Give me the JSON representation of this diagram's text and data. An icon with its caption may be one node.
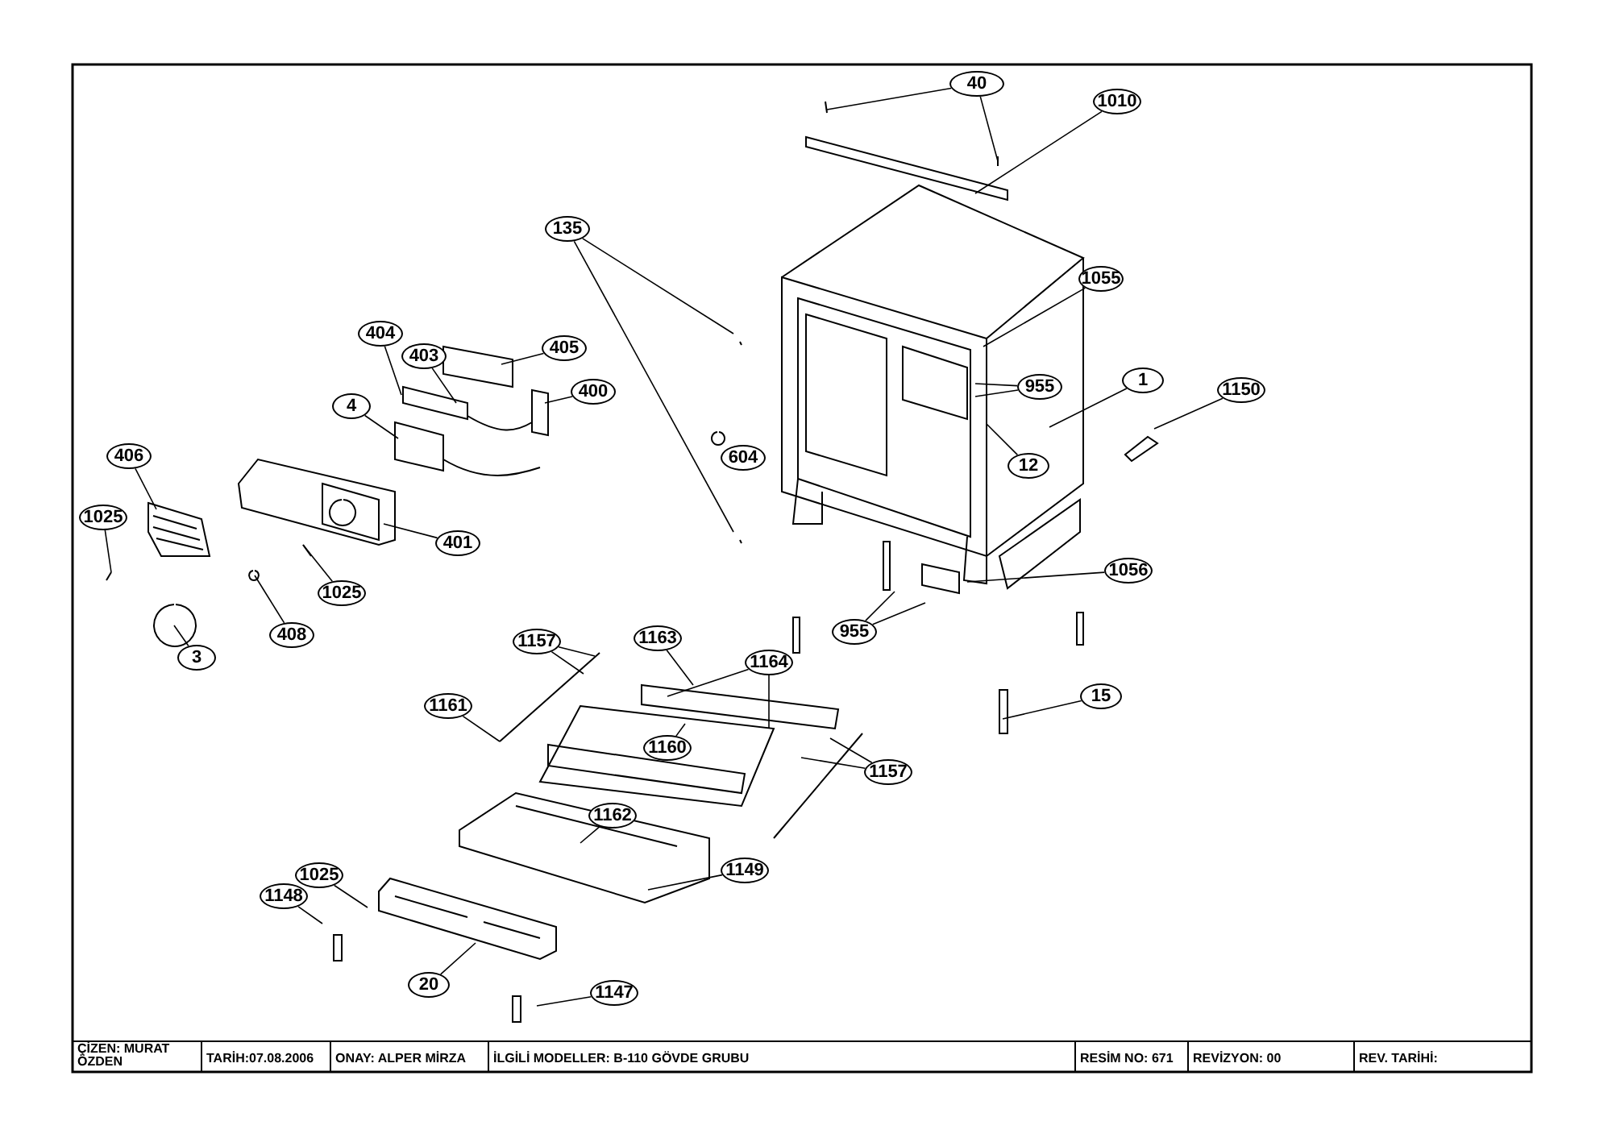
{
  "diagram": {
    "nodes": [
      {
        "text": [
          "40"
        ]
      },
      {
        "text": [
          "1010"
        ]
      },
      {
        "text": [
          "135"
        ]
      },
      {
        "text": [
          "1055"
        ]
      },
      {
        "text": [
          "404"
        ]
      },
      {
        "text": [
          "403"
        ]
      },
      {
        "text": [
          "405"
        ]
      },
      {
        "text": [
          "400"
        ]
      },
      {
        "text": [
          "4"
        ]
      },
      {
        "text": [
          "955"
        ]
      },
      {
        "text": [
          "1"
        ]
      },
      {
        "text": [
          "1150"
        ]
      },
      {
        "text": [
          "12"
        ]
      },
      {
        "text": [
          "406"
        ]
      },
      {
        "text": [
          "1025"
        ]
      },
      {
        "text": [
          "401"
        ]
      },
      {
        "text": [
          "1056"
        ]
      },
      {
        "text": [
          "1025"
        ]
      },
      {
        "text": [
          "955"
        ]
      },
      {
        "text": [
          "408"
        ]
      },
      {
        "text": [
          "3"
        ]
      },
      {
        "text": [
          "1157"
        ]
      },
      {
        "text": [
          "1163"
        ]
      },
      {
        "text": [
          "1164"
        ]
      },
      {
        "text": [
          "1161"
        ]
      },
      {
        "text": [
          "15"
        ]
      },
      {
        "text": [
          "1160"
        ]
      },
      {
        "text": [
          "1157"
        ]
      },
      {
        "text": [
          "1162"
        ]
      },
      {
        "text": [
          "1149"
        ]
      },
      {
        "text": [
          "1025"
        ]
      },
      {
        "text": [
          "1148"
        ]
      },
      {
        "text": [
          "20"
        ]
      },
      {
        "text": [
          "1147"
        ]
      },
      {
        "text": [
          "604"
        ]
      }
    ],
    "edges": [
      {
        "from": 0,
        "to": null,
        "arrow": "none"
      },
      {
        "from": 0,
        "to": null,
        "arrow": "none"
      },
      {
        "from": 1,
        "to": null,
        "arrow": "none"
      },
      {
        "from": 2,
        "to": null,
        "arrow": "none"
      },
      {
        "from": 2,
        "to": null,
        "arrow": "none"
      },
      {
        "from": 3,
        "to": null,
        "arrow": "none"
      },
      {
        "from": 4,
        "to": null,
        "arrow": "none"
      },
      {
        "from": 5,
        "to": null,
        "arrow": "none"
      },
      {
        "from": 6,
        "to": null,
        "arrow": "none"
      },
      {
        "from": 7,
        "to": null,
        "arrow": "none"
      },
      {
        "from": 8,
        "to": null,
        "arrow": "none"
      },
      {
        "from": 9,
        "to": null,
        "arrow": "none"
      },
      {
        "from": 9,
        "to": null,
        "arrow": "none"
      },
      {
        "from": 10,
        "to": null,
        "arrow": "none"
      },
      {
        "from": 11,
        "to": null,
        "arrow": "none"
      },
      {
        "from": 12,
        "to": null,
        "arrow": "none"
      },
      {
        "from": 13,
        "to": null,
        "arrow": "none"
      },
      {
        "from": 14,
        "to": null,
        "arrow": "none"
      },
      {
        "from": 15,
        "to": null,
        "arrow": "none"
      },
      {
        "from": 16,
        "to": null,
        "arrow": "none"
      },
      {
        "from": 17,
        "to": null,
        "arrow": "none"
      },
      {
        "from": 18,
        "to": null,
        "arrow": "none"
      },
      {
        "from": 18,
        "to": null,
        "arrow": "none"
      },
      {
        "from": 19,
        "to": null,
        "arrow": "none"
      },
      {
        "from": 20,
        "to": null,
        "arrow": "none"
      },
      {
        "from": 21,
        "to": null,
        "arrow": "none"
      },
      {
        "from": 21,
        "to": null,
        "arrow": "none"
      },
      {
        "from": 22,
        "to": null,
        "arrow": "none"
      },
      {
        "from": 23,
        "to": null,
        "arrow": "none"
      },
      {
        "from": 23,
        "to": null,
        "arrow": "none"
      },
      {
        "from": 24,
        "to": null,
        "arrow": "none"
      },
      {
        "from": 25,
        "to": null,
        "arrow": "none"
      },
      {
        "from": 26,
        "to": null,
        "arrow": "none"
      },
      {
        "from": 27,
        "to": null,
        "arrow": "none"
      },
      {
        "from": 27,
        "to": null,
        "arrow": "none"
      },
      {
        "from": 28,
        "to": null,
        "arrow": "none"
      },
      {
        "from": 29,
        "to": null,
        "arrow": "none"
      },
      {
        "from": 30,
        "to": null,
        "arrow": "none"
      },
      {
        "from": 31,
        "to": null,
        "arrow": "none"
      },
      {
        "from": 32,
        "to": null,
        "arrow": "none"
      },
      {
        "from": 33,
        "to": null,
        "arrow": "none"
      }
    ],
    "labels": [
      "ÇİZEN: MURAT ÖZDEN",
      "TARİH:07.08.2006",
      "ONAY: ALPER MİRZA",
      "İLGİLİ MODELLER: B-110 GÖVDE GRUBU",
      "RESİM NO: 671",
      "REVİZYON: 00",
      "REV. TARİHİ:"
    ]
  }
}
